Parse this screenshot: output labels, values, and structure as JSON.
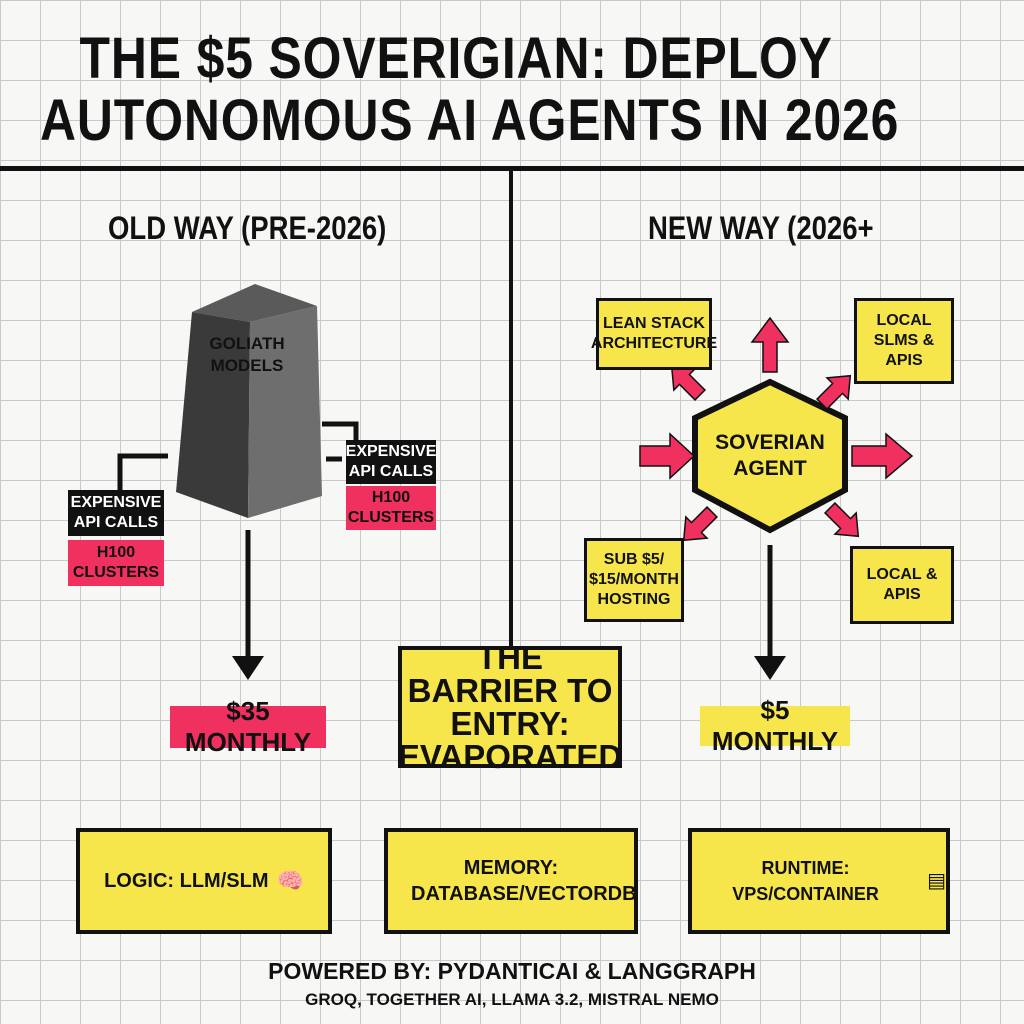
{
  "title": {
    "line1": "THE $5 SOVERIGIAN: DEPLOY",
    "line2": "AUTONOMOUS AI AGENTS IN 2026"
  },
  "old_way": {
    "heading": "OLD WAY (PRE-2026)",
    "monolith_label_1": "GOLIATH",
    "monolith_label_2": "MODELS",
    "left_api": "EXPENSIVE API CALLS",
    "left_clusters": "H100 CLUSTERS",
    "right_api": "EXPENSIVE API CALLS",
    "right_clusters": "H100 CLUSTERS",
    "price": "$35 MONTHLY"
  },
  "new_way": {
    "heading": "NEW WAY (2026+",
    "hub": "SOVERIAN AGENT",
    "lean_stack": "LEAN STACK ARCHITECTURE",
    "local_slms": "LOCAL SLMS & APIS",
    "local_apis": "LOCAL & APIS",
    "hosting": "SUB $5/ $15/MONTH HOSTING",
    "price": "$5 MONTHLY"
  },
  "barrier": "THE BARRIER TO ENTRY: EVAPORATED",
  "components": [
    {
      "label": "LOGIC: LLM/SLM",
      "icon": "brain-icon",
      "glyph": "🧠"
    },
    {
      "label": "MEMORY: DATABASE/VECTORDB"
    },
    {
      "label": "RUNTIME: VPS/CONTAINER",
      "icon": "server-icon",
      "glyph": "▤"
    }
  ],
  "footer": {
    "powered_by": "POWERED BY: PYDANTICAI & LANGGRAPH",
    "providers": "GROQ, TOGETHER AI, LLAMA 3.2, MISTRAL NEMO"
  },
  "colors": {
    "yellow": "#f7e64b",
    "pink": "#f0305e",
    "black": "#111111"
  }
}
